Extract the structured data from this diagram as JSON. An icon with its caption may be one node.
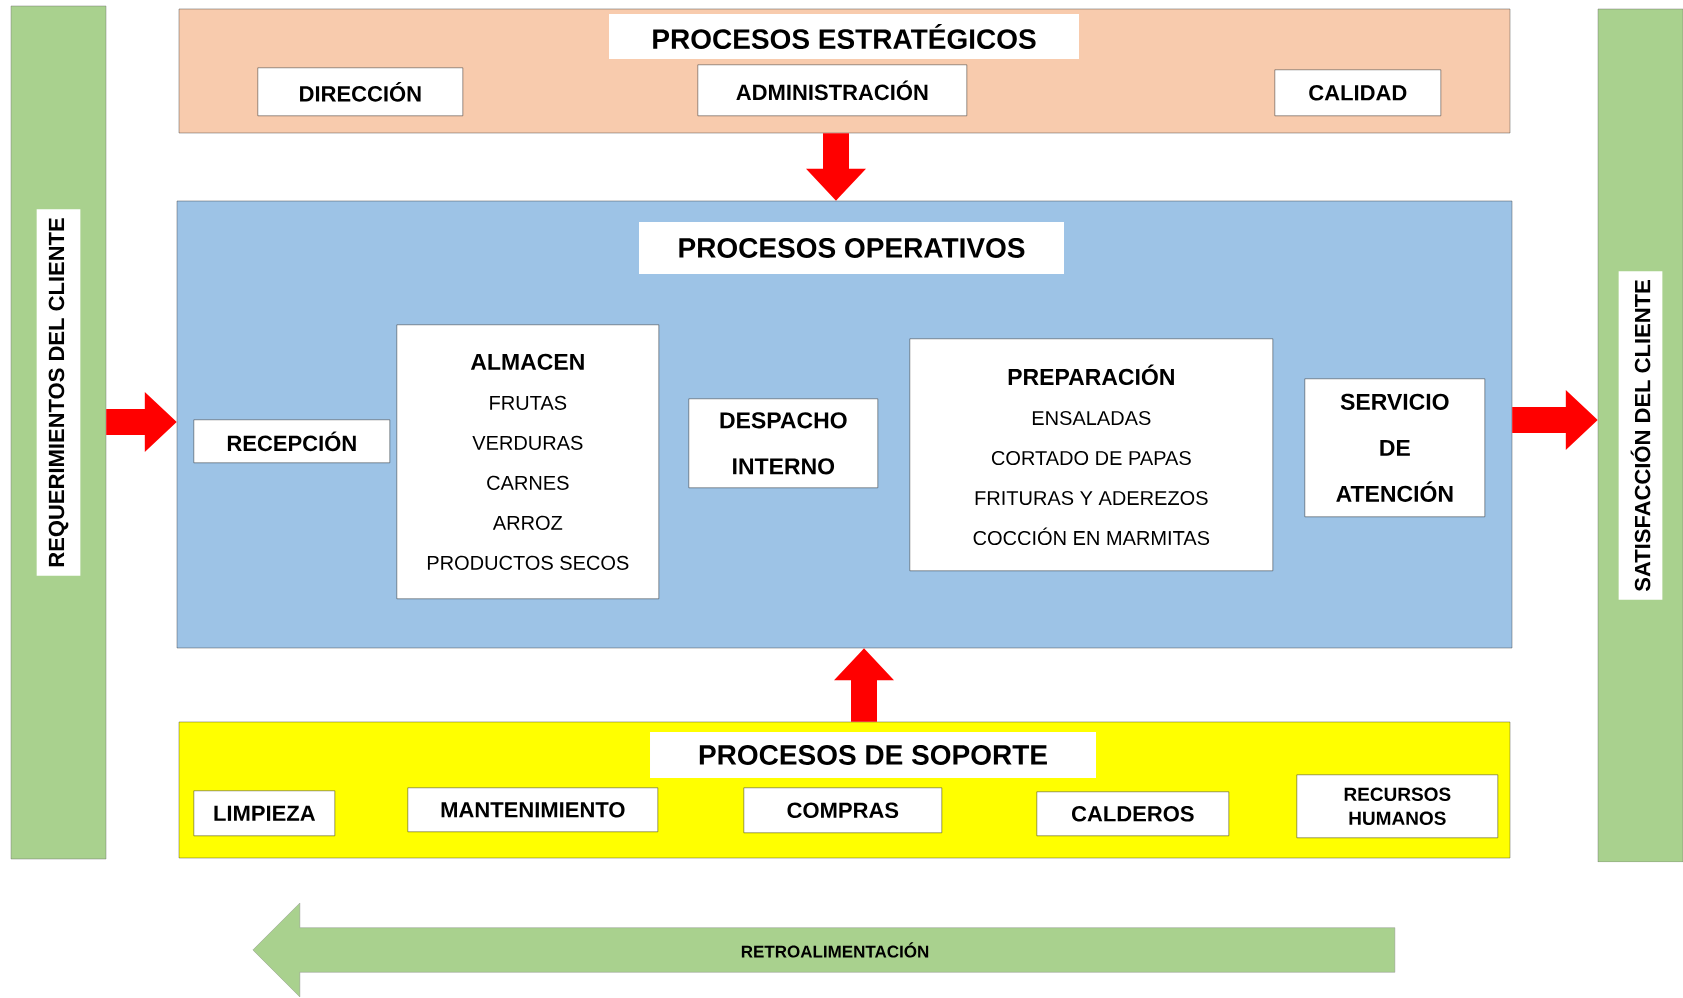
{
  "diagram": {
    "nodes": [
      {
        "text": [
          "REQUERIMIENTOS DEL CLIENTE"
        ]
      },
      {
        "text": [
          "PROCESOS ESTRATÉGICOS"
        ]
      },
      {
        "text": [
          "DIRECCIÓN"
        ],
        "in": 1
      },
      {
        "text": [
          "ADMINISTRACIÓN"
        ],
        "in": 1
      },
      {
        "text": [
          "CALIDAD"
        ],
        "in": 1
      },
      {
        "text": [
          "PROCESOS OPERATIVOS"
        ]
      },
      {
        "text": [
          "RECEPCIÓN"
        ],
        "in": 5
      },
      {
        "text": [
          "ALMACEN",
          "FRUTAS",
          "VERDURAS",
          "CARNES",
          "ARROZ",
          "PRODUCTOS SECOS"
        ],
        "in": 5
      },
      {
        "text": [
          "DESPACHO INTERNO"
        ],
        "in": 5
      },
      {
        "text": [
          "PREPARACIÓN",
          "ENSALADAS",
          "CORTADO DE PAPAS",
          "FRITURAS Y ADEREZOS",
          "COCCIÓN EN MARMITAS"
        ],
        "in": 5
      },
      {
        "text": [
          "SERVICIO DE ATENCIÓN"
        ],
        "in": 5
      },
      {
        "text": [
          "PROCESOS DE SOPORTE"
        ]
      },
      {
        "text": [
          "LIMPIEZA"
        ],
        "in": 11
      },
      {
        "text": [
          "MANTENIMIENTO"
        ],
        "in": 11
      },
      {
        "text": [
          "COMPRAS"
        ],
        "in": 11
      },
      {
        "text": [
          "CALDEROS"
        ],
        "in": 11
      },
      {
        "text": [
          "RECURSOS HUMANOS"
        ],
        "in": 11
      },
      {
        "text": [
          "SATISFACCIÓN DEL CLIENTE"
        ]
      },
      {
        "text": [
          "RETROALIMENTACIÓN"
        ]
      }
    ],
    "edges": [
      {
        "from": 1,
        "to": 5,
        "arrow": "to"
      },
      {
        "from": 11,
        "to": 5,
        "arrow": "to"
      },
      {
        "from": 0,
        "to": 5,
        "arrow": "to"
      },
      {
        "from": 5,
        "to": 17,
        "arrow": "to"
      }
    ]
  }
}
